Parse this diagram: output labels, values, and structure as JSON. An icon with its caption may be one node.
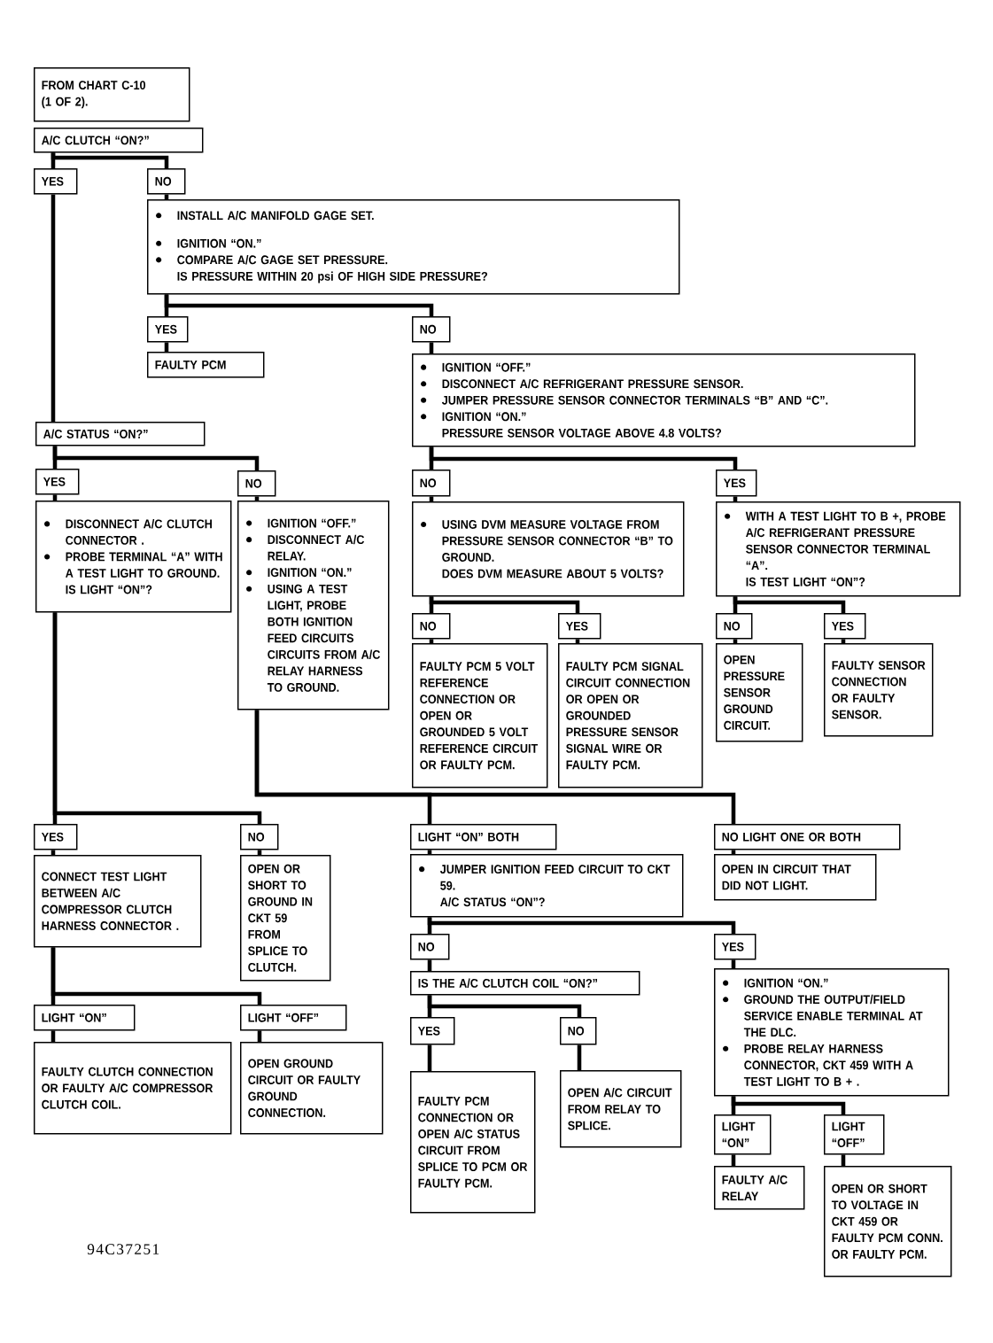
{
  "diagram": {
    "nodes": [
      {
        "text": [
          "FROM CHART C-10 (1 OF 2)."
        ]
      },
      {
        "text": [
          "A/C CLUTCH “ON?”"
        ]
      },
      {
        "text": [
          "YES"
        ]
      },
      {
        "text": [
          "NO"
        ]
      },
      {
        "text": [
          "INSTALL A/C MANIFOLD GAGE SET.",
          "IGNITION “ON.”",
          "COMPARE A/C GAGE SET PRESSURE.",
          "IS PRESSURE WITHIN 20 psi OF HIGH SIDE PRESSURE?"
        ]
      },
      {
        "text": [
          "YES"
        ]
      },
      {
        "text": [
          "NO"
        ]
      },
      {
        "text": [
          "FAULTY PCM"
        ]
      },
      {
        "text": [
          "IGNITION “OFF.”",
          "DISCONNECT A/C REFRIGERANT PRESSURE SENSOR.",
          "JUMPER PRESSURE SENSOR CONNECTOR TERMINALS “B” AND “C”.",
          "IGNITION “ON.”",
          "PRESSURE SENSOR VOLTAGE ABOVE 4.8 VOLTS?"
        ]
      },
      {
        "text": [
          "A/C STATUS “ON?”"
        ]
      },
      {
        "text": [
          "YES"
        ]
      },
      {
        "text": [
          "NO"
        ]
      },
      {
        "text": [
          "DISCONNECT A/C CLUTCH CONNECTOR .",
          "PROBE TERMINAL “A” WITH A TEST LIGHT TO GROUND.",
          "IS LIGHT “ON”?"
        ]
      },
      {
        "text": [
          "IGNITION “OFF.”",
          "DISCONNECT A/C RELAY.",
          "IGNITION “ON.”",
          "USING A TEST LIGHT, PROBE BOTH IGNITION FEED CIRCUITS CIRCUITS FROM A/C RELAY HARNESS TO GROUND."
        ]
      },
      {
        "text": [
          "NO"
        ]
      },
      {
        "text": [
          "YES"
        ]
      },
      {
        "text": [
          "USING DVM MEASURE VOLTAGE FROM PRESSURE SENSOR CONNECTOR “B” TO GROUND.",
          "DOES DVM MEASURE ABOUT 5 VOLTS?"
        ]
      },
      {
        "text": [
          "WITH A TEST LIGHT TO B +, PROBE A/C REFRIGERANT PRESSURE SENSOR CONNECTOR TERMINAL “A”.",
          "IS TEST LIGHT “ON”?"
        ]
      },
      {
        "text": [
          "NO"
        ]
      },
      {
        "text": [
          "YES"
        ]
      },
      {
        "text": [
          "FAULTY PCM 5 VOLT REFERENCE CONNECTION OR OPEN OR GROUNDED 5 VOLT REFERENCE CIRCUIT OR FAULTY PCM."
        ]
      },
      {
        "text": [
          "FAULTY PCM SIGNAL CIRCUIT CONNECTION OR OPEN OR GROUNDED PRESSURE SENSOR SIGNAL WIRE OR FAULTY PCM."
        ]
      },
      {
        "text": [
          "NO"
        ]
      },
      {
        "text": [
          "YES"
        ]
      },
      {
        "text": [
          "OPEN PRESSURE SENSOR GROUND CIRCUIT."
        ]
      },
      {
        "text": [
          "FAULTY SENSOR CONNECTION OR FAULTY SENSOR."
        ]
      },
      {
        "text": [
          "YES"
        ]
      },
      {
        "text": [
          "NO"
        ]
      },
      {
        "text": [
          "CONNECT TEST LIGHT BETWEEN A/C COMPRESSOR CLUTCH HARNESS CONNECTOR ."
        ]
      },
      {
        "text": [
          "OPEN OR SHORT TO GROUND IN CKT 59 FROM SPLICE TO CLUTCH."
        ]
      },
      {
        "text": [
          "LIGHT “ON” BOTH"
        ]
      },
      {
        "text": [
          "NO LIGHT ONE OR BOTH"
        ]
      },
      {
        "text": [
          "JUMPER IGNITION FEED CIRCUIT TO CKT 59.",
          "A/C STATUS “ON”?"
        ]
      },
      {
        "text": [
          "OPEN IN CIRCUIT THAT DID NOT LIGHT."
        ]
      },
      {
        "text": [
          "LIGHT “ON”"
        ]
      },
      {
        "text": [
          "LIGHT “OFF”"
        ]
      },
      {
        "text": [
          "FAULTY CLUTCH CONNECTION OR FAULTY A/C COMPRESSOR CLUTCH COIL."
        ]
      },
      {
        "text": [
          "OPEN GROUND CIRCUIT OR FAULTY GROUND CONNECTION."
        ]
      },
      {
        "text": [
          "NO"
        ]
      },
      {
        "text": [
          "YES"
        ]
      },
      {
        "text": [
          "IS THE A/C CLUTCH COIL “ON?”"
        ]
      },
      {
        "text": [
          "IGNITION “ON.”",
          "GROUND THE OUTPUT/FIELD SERVICE ENABLE TERMINAL AT THE DLC.",
          "PROBE RELAY HARNESS CONNECTOR, CKT 459 WITH A TEST LIGHT TO B + ."
        ]
      },
      {
        "text": [
          "YES"
        ]
      },
      {
        "text": [
          "NO"
        ]
      },
      {
        "text": [
          "FAULTY PCM CONNECTION OR OPEN A/C STATUS CIRCUIT FROM SPLICE TO PCM OR FAULTY PCM."
        ]
      },
      {
        "text": [
          "OPEN A/C CIRCUIT FROM RELAY TO SPLICE."
        ]
      },
      {
        "text": [
          "LIGHT “ON”"
        ]
      },
      {
        "text": [
          "LIGHT “OFF”"
        ]
      },
      {
        "text": [
          "FAULTY A/C RELAY"
        ]
      },
      {
        "text": [
          "OPEN OR SHORT TO VOLTAGE IN CKT 459 OR FAULTY PCM CONN. OR FAULTY PCM."
        ]
      }
    ],
    "edges": [
      {
        "from": 1,
        "to": 2,
        "arrow": "none"
      },
      {
        "from": 1,
        "to": 3,
        "arrow": "none"
      },
      {
        "from": 3,
        "to": 4,
        "arrow": "none"
      },
      {
        "from": 2,
        "to": 9,
        "arrow": "none"
      },
      {
        "from": 4,
        "to": 5,
        "arrow": "none"
      },
      {
        "from": 4,
        "to": 6,
        "arrow": "none"
      },
      {
        "from": 5,
        "to": 7,
        "arrow": "none"
      },
      {
        "from": 6,
        "to": 8,
        "arrow": "none"
      },
      {
        "from": 9,
        "to": 10,
        "arrow": "none"
      },
      {
        "from": 9,
        "to": 11,
        "arrow": "none"
      },
      {
        "from": 8,
        "to": 14,
        "arrow": "none"
      },
      {
        "from": 8,
        "to": 15,
        "arrow": "none"
      },
      {
        "from": 10,
        "to": 12,
        "arrow": "none"
      },
      {
        "from": 11,
        "to": 13,
        "arrow": "none"
      },
      {
        "from": 14,
        "to": 16,
        "arrow": "none"
      },
      {
        "from": 15,
        "to": 17,
        "arrow": "none"
      },
      {
        "from": 16,
        "to": 18,
        "arrow": "none"
      },
      {
        "from": 16,
        "to": 19,
        "arrow": "none"
      },
      {
        "from": 17,
        "to": 22,
        "arrow": "none"
      },
      {
        "from": 17,
        "to": 23,
        "arrow": "none"
      },
      {
        "from": 18,
        "to": 20,
        "arrow": "none"
      },
      {
        "from": 19,
        "to": 21,
        "arrow": "none"
      },
      {
        "from": 22,
        "to": 24,
        "arrow": "none"
      },
      {
        "from": 23,
        "to": 25,
        "arrow": "none"
      },
      {
        "from": 12,
        "to": 26,
        "arrow": "none"
      },
      {
        "from": 12,
        "to": 27,
        "arrow": "none"
      },
      {
        "from": 13,
        "to": 30,
        "arrow": "none"
      },
      {
        "from": 13,
        "to": 31,
        "arrow": "none"
      },
      {
        "from": 26,
        "to": 28,
        "arrow": "none"
      },
      {
        "from": 27,
        "to": 29,
        "arrow": "none"
      },
      {
        "from": 28,
        "to": 34,
        "arrow": "none"
      },
      {
        "from": 28,
        "to": 35,
        "arrow": "none"
      },
      {
        "from": 34,
        "to": 36,
        "arrow": "none"
      },
      {
        "from": 35,
        "to": 37,
        "arrow": "none"
      },
      {
        "from": 30,
        "to": 32,
        "arrow": "none"
      },
      {
        "from": 31,
        "to": 33,
        "arrow": "none"
      },
      {
        "from": 32,
        "to": 38,
        "arrow": "none"
      },
      {
        "from": 32,
        "to": 39,
        "arrow": "none"
      },
      {
        "from": 38,
        "to": 40,
        "arrow": "none"
      },
      {
        "from": 39,
        "to": 41,
        "arrow": "none"
      },
      {
        "from": 40,
        "to": 42,
        "arrow": "none"
      },
      {
        "from": 40,
        "to": 43,
        "arrow": "none"
      },
      {
        "from": 41,
        "to": 46,
        "arrow": "none"
      },
      {
        "from": 41,
        "to": 47,
        "arrow": "none"
      },
      {
        "from": 42,
        "to": 44,
        "arrow": "none"
      },
      {
        "from": 43,
        "to": 45,
        "arrow": "none"
      },
      {
        "from": 46,
        "to": 48,
        "arrow": "none"
      },
      {
        "from": 47,
        "to": 49,
        "arrow": "none"
      }
    ],
    "labels": [
      "94C37251"
    ]
  }
}
